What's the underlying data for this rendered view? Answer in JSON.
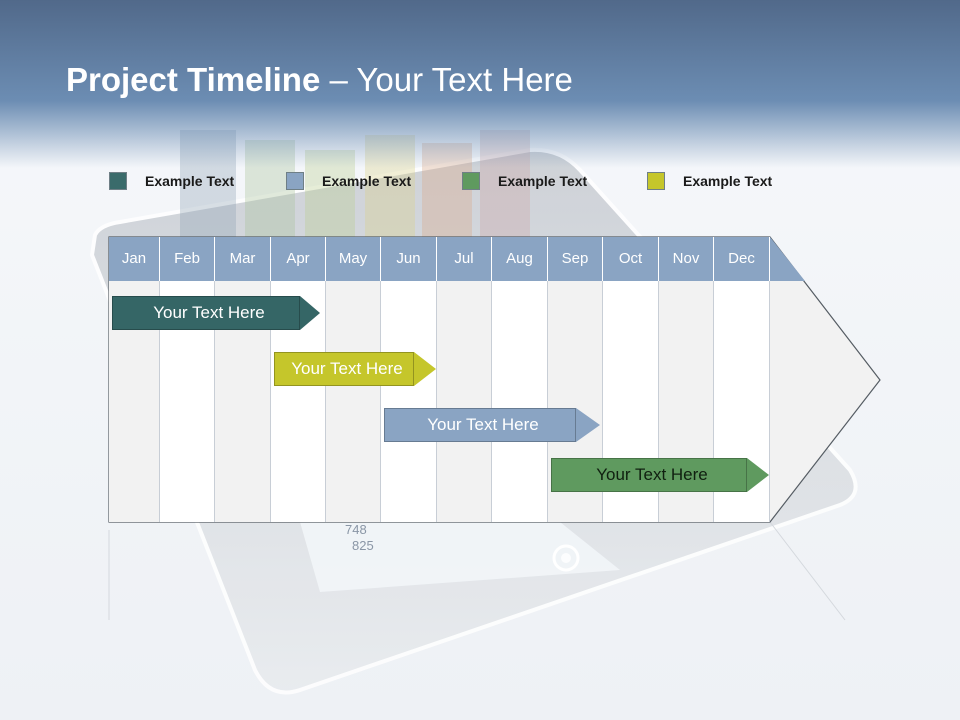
{
  "slide": {
    "title_bold": "Project Timeline",
    "title_rest": " – Your Text Here"
  },
  "legend": [
    {
      "label": "Example Text",
      "color": "#3a6b6b"
    },
    {
      "label": "Example Text",
      "color": "#8aa4c3"
    },
    {
      "label": "Example Text",
      "color": "#5f9a5f"
    },
    {
      "label": "Example Text",
      "color": "#c5c62b"
    }
  ],
  "months": [
    "Jan",
    "Feb",
    "Mar",
    "Apr",
    "May",
    "Jun",
    "Jul",
    "Aug",
    "Sep",
    "Oct",
    "Nov",
    "Dec"
  ],
  "tasks": [
    {
      "label": "Your  Text Here",
      "color": "#356666",
      "text_color": "#ffffff"
    },
    {
      "label": "Your  Text Here",
      "color": "#c5c62b",
      "text_color": "#ffffff"
    },
    {
      "label": "Your  Text Here",
      "color": "#8aa4c3",
      "text_color": "#ffffff"
    },
    {
      "label": "Your  Text Here",
      "color": "#5f9a5f",
      "text_color": "#102010"
    }
  ],
  "tablet_figures": [
    "748",
    "825"
  ]
}
